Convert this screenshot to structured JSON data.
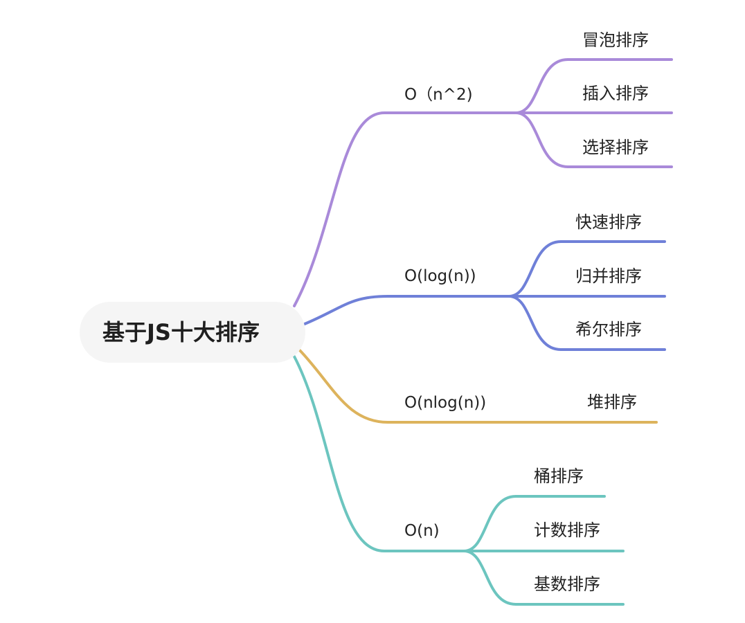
{
  "root": {
    "label": "基于JS十大排序"
  },
  "branches": [
    {
      "label": "O（n^2)",
      "color": "#a98ad9",
      "leaves": [
        "冒泡排序",
        "插入排序",
        "选择排序"
      ]
    },
    {
      "label": "O(log(n))",
      "color": "#6f80d8",
      "leaves": [
        "快速排序",
        "归并排序",
        "希尔排序"
      ]
    },
    {
      "label": "O(nlog(n))",
      "color": "#ddb35c",
      "leaves": [
        "堆排序"
      ]
    },
    {
      "label": "O(n)",
      "color": "#6cc5bf",
      "leaves": [
        "桶排序",
        "计数排序",
        "基数排序"
      ]
    }
  ]
}
